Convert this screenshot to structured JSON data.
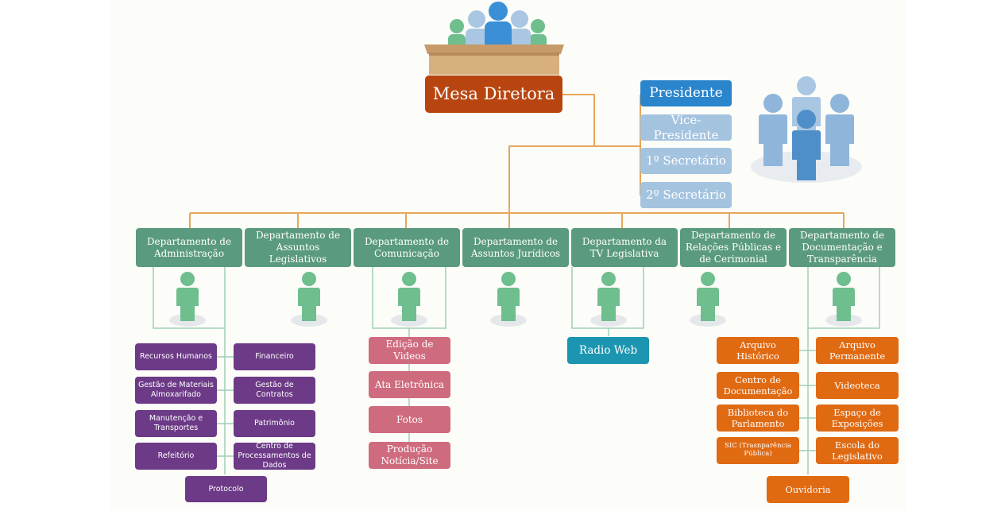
{
  "mesa": {
    "label": "Mesa Diretora"
  },
  "executive": {
    "presidente": "Presidente",
    "vice": "Vice-Presidente",
    "sec1": "1º Secretário",
    "sec2": "2º Secretário"
  },
  "departments": [
    "Departamento de Administração",
    "Departamento de Assuntos Legislativos",
    "Departamento de Comunicação",
    "Departamento de Assuntos Jurídicos",
    "Departamento da TV Legislativa",
    "Departamento de Relações Públicas e de Cerimonial",
    "Departamento de Documentação e Transparência"
  ],
  "admin_units": [
    "Recursos Humanos",
    "Financeiro",
    "Gestão de Materiais Almoxarifado",
    "Gestão de Contratos",
    "Manutenção e Transportes",
    "Patrimônio",
    "Refeitório",
    "Centro de Processamentos de Dados",
    "Protocolo"
  ],
  "comunicacao_units": [
    "Edição de Videos",
    "Ata Eletrônica",
    "Fotos",
    "Produção Notícia/Site"
  ],
  "tv_units": [
    "Radio Web"
  ],
  "documentacao_units": [
    "Arquivo Histórico",
    "Arquivo Permanente",
    "Centro de Documentação",
    "Videoteca",
    "Biblioteca do Parlamento",
    "Espaço de Exposições",
    "SIC (Trasnparência Pública)",
    "Escola do Legislativo",
    "Ouvidoria"
  ],
  "colors": {
    "mesa": "#b84510",
    "presidente": "#2a85cc",
    "executive": "#a4c3df",
    "department": "#5a9a7e",
    "admin": "#6c3a86",
    "comunicacao": "#cf6b7e",
    "tv": "#1b95b0",
    "documentacao": "#e06a12",
    "connector": "#e7a65a"
  }
}
